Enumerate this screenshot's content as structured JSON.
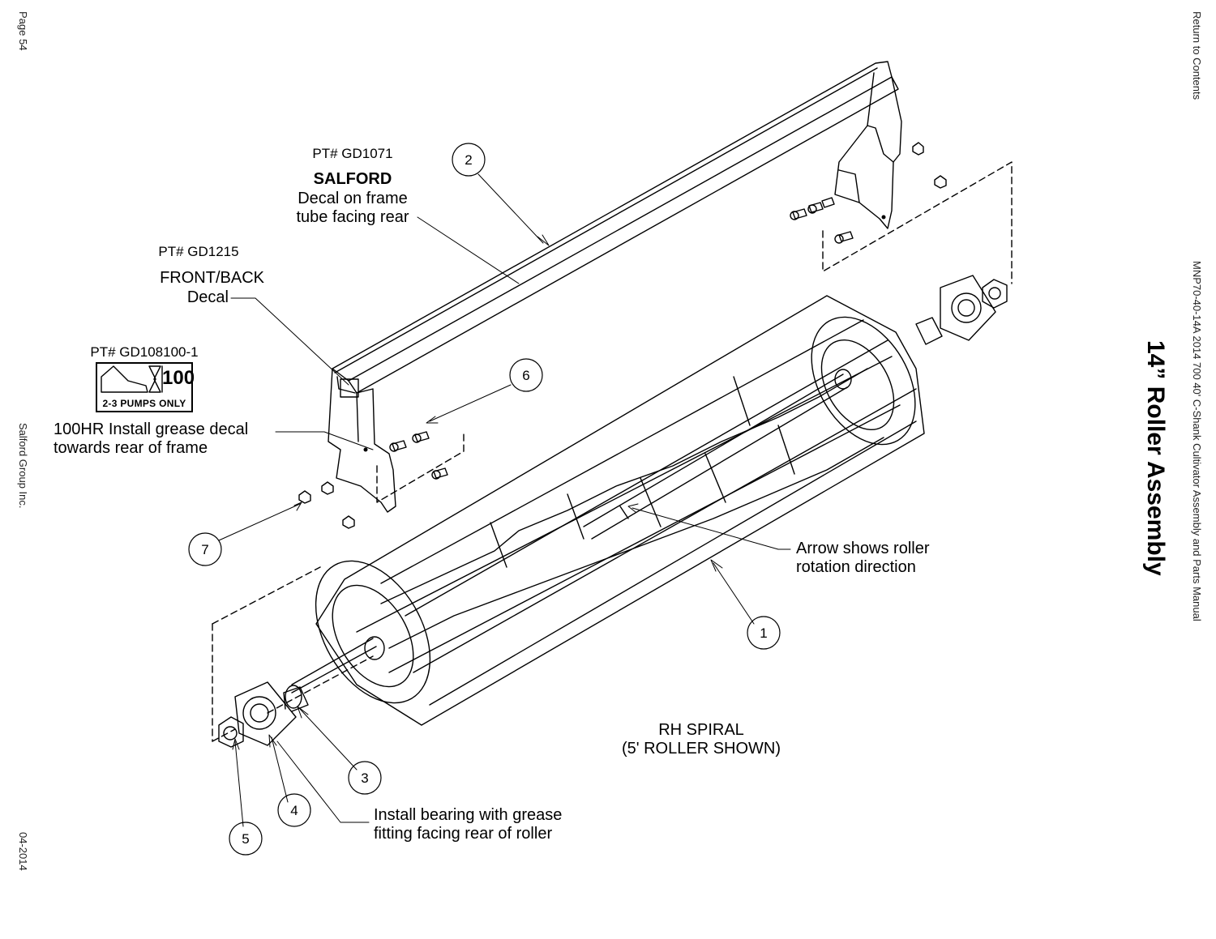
{
  "page": {
    "page_number": "Page 54",
    "company": "Salford Group Inc.",
    "date": "04-2014",
    "return_link": "Return to Contents",
    "manual_title": "MNP70-40-14A 2014 700 40' C-Shank Cultivator Assembly and Parts Manual",
    "section_title": "14” Roller Assembly"
  },
  "labels": {
    "gd1071_pt": "PT# GD1071",
    "gd1071_brand": "SALFORD",
    "gd1071_line1": "Decal on frame",
    "gd1071_line2": "tube facing rear",
    "gd1215_pt": "PT# GD1215",
    "gd1215_line1": "FRONT/BACK",
    "gd1215_line2": "Decal",
    "gd108100_pt": "PT# GD108100-1",
    "decal_number": "100",
    "decal_pumps": "2-3 PUMPS ONLY",
    "grease_line1": "100HR Install grease decal",
    "grease_line2": "towards rear of frame",
    "arrow_line1": "Arrow shows roller",
    "arrow_line2": "rotation direction",
    "spiral_line1": "RH SPIRAL",
    "spiral_line2": "(5' ROLLER SHOWN)",
    "bearing_line1": "Install bearing with grease",
    "bearing_line2": "fitting facing rear of roller"
  },
  "callouts": [
    "1",
    "2",
    "3",
    "4",
    "5",
    "6",
    "7"
  ]
}
